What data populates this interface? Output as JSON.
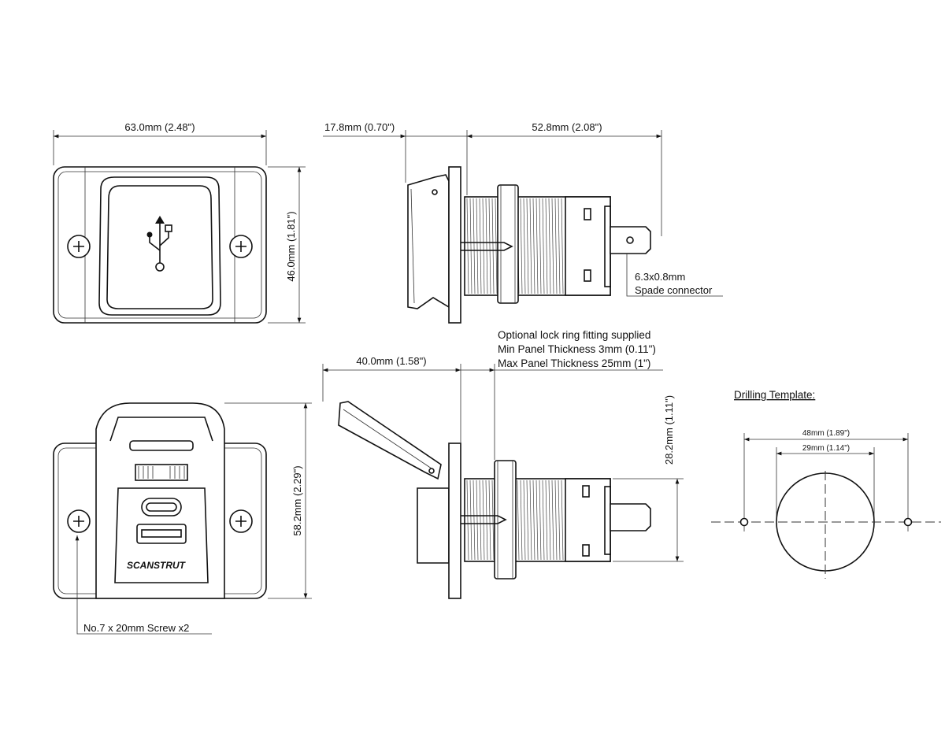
{
  "front_view": {
    "width_dim": "63.0mm  (2.48\")",
    "height_dim": "46.0mm  (1.81\")"
  },
  "side_view_closed": {
    "bezel_dim": "17.8mm  (0.70\")",
    "body_dim": "52.8mm  (2.08\")",
    "spade_size": "6.3x0.8mm",
    "spade_label": "Spade connector"
  },
  "open_view": {
    "height_dim": "58.2mm  (2.29\")",
    "screw_label": "No.7 x 20mm Screw x2",
    "logo": "SCANSTRUT"
  },
  "side_view_open": {
    "depth_dim": "40.0mm  (1.58\")",
    "body_height_dim": "28.2mm  (1.11\")",
    "notes": [
      "Optional lock ring fitting supplied",
      "Min Panel Thickness 3mm (0.11\")",
      "Max Panel Thickness 25mm (1\")"
    ]
  },
  "drilling_template": {
    "title": "Drilling Template:",
    "hole_spacing": "48mm  (1.89\")",
    "hole_diameter": "29mm  (1.14\")"
  }
}
